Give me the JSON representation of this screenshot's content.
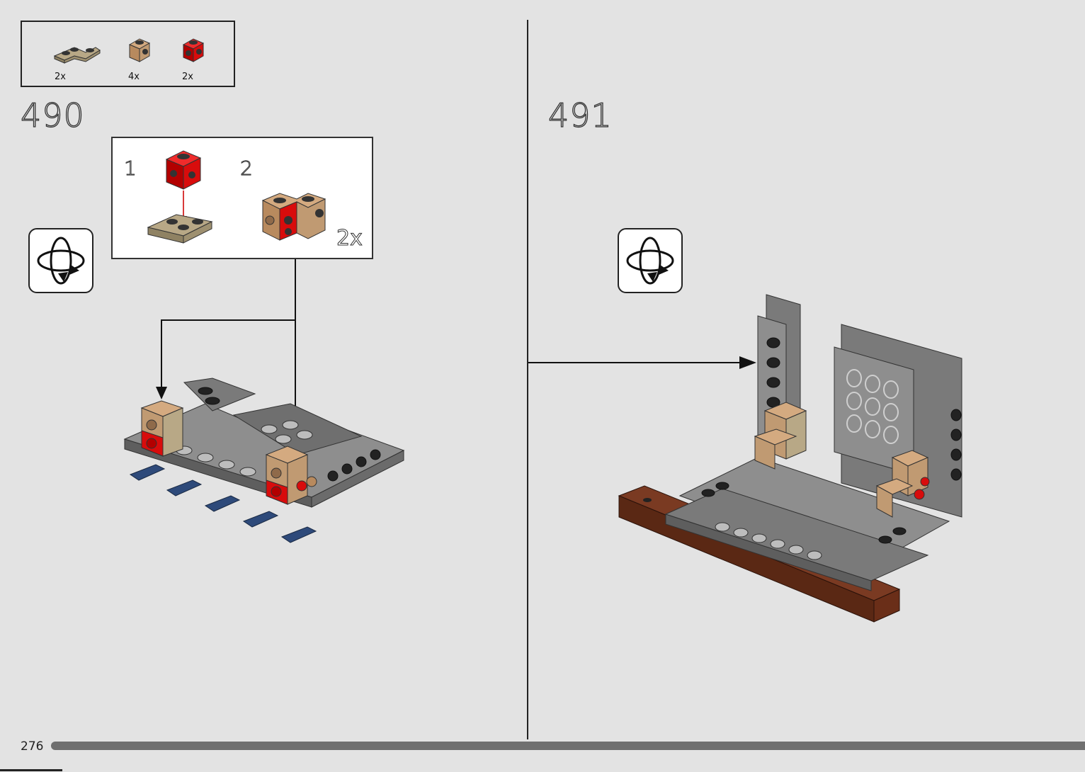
{
  "parts_list": {
    "items": [
      {
        "name": "tan-corner-plate-icon",
        "qty": "2x"
      },
      {
        "name": "tan-side-stud-brick-icon",
        "qty": "4x"
      },
      {
        "name": "red-side-stud-brick-icon",
        "qty": "2x"
      }
    ]
  },
  "steps": [
    {
      "number": "490",
      "sub_steps": [
        "1",
        "2"
      ],
      "multiplier": "2x"
    },
    {
      "number": "491"
    }
  ],
  "footer": {
    "page_number": "276",
    "progress": 1.0
  },
  "colors": {
    "background": "#e3e3e3",
    "tan": "#c09a72",
    "dark_tan": "#a89a7c",
    "red": "#d80c0c",
    "dark_gray": "#6b6b6b",
    "dark_blue": "#2e4a7a",
    "brown": "#6a2e18"
  }
}
